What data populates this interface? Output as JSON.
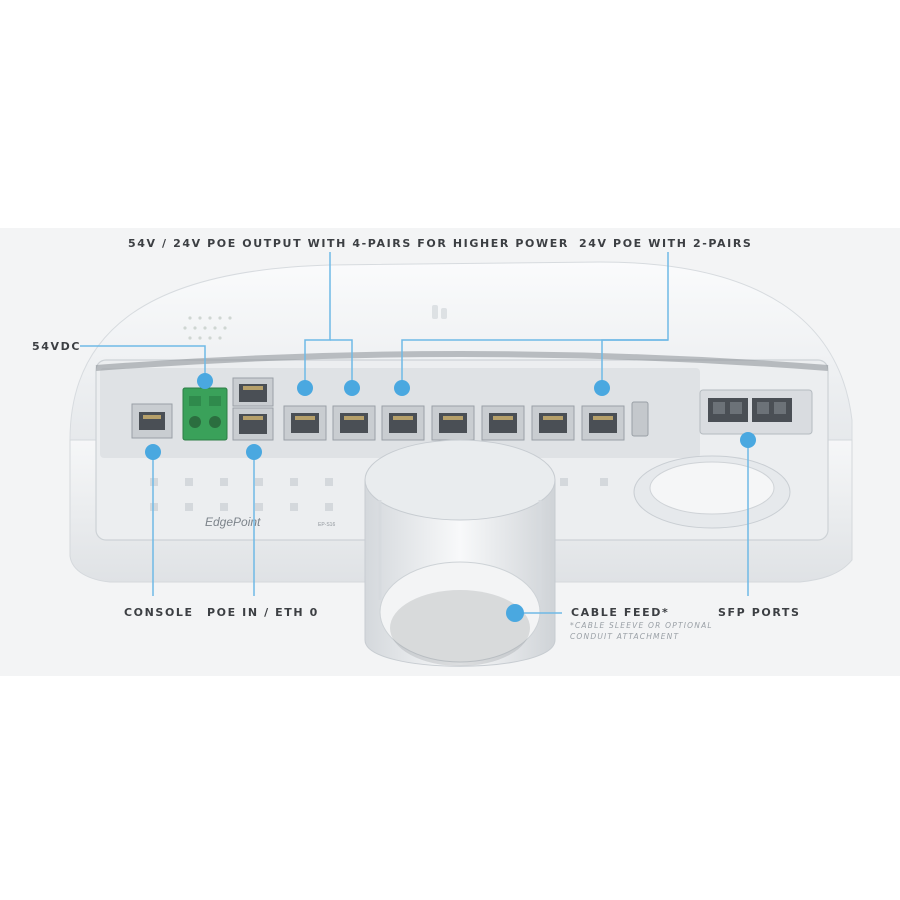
{
  "device": {
    "brand_text": "EdgePoint",
    "model_text": "EP-S16"
  },
  "callouts": {
    "poe_4pair": "54V / 24V POE OUTPUT WITH 4-PAIRS FOR HIGHER POWER",
    "poe_2pair": "24V POE WITH 2-PAIRS",
    "dc_54v": "54VDC",
    "console": "CONSOLE",
    "poe_in": "POE IN / ETH 0",
    "cable_feed": "CABLE FEED*",
    "cable_feed_note_1": "*CABLE SLEEVE OR OPTIONAL",
    "cable_feed_note_2": "CONDUIT ATTACHMENT",
    "sfp_ports": "SFP PORTS"
  },
  "colors": {
    "callout_dot": "#4aa8e0",
    "callout_line": "#6fb9e6",
    "label_text": "#3c3f43",
    "terminal_block": "#3aa15a"
  }
}
